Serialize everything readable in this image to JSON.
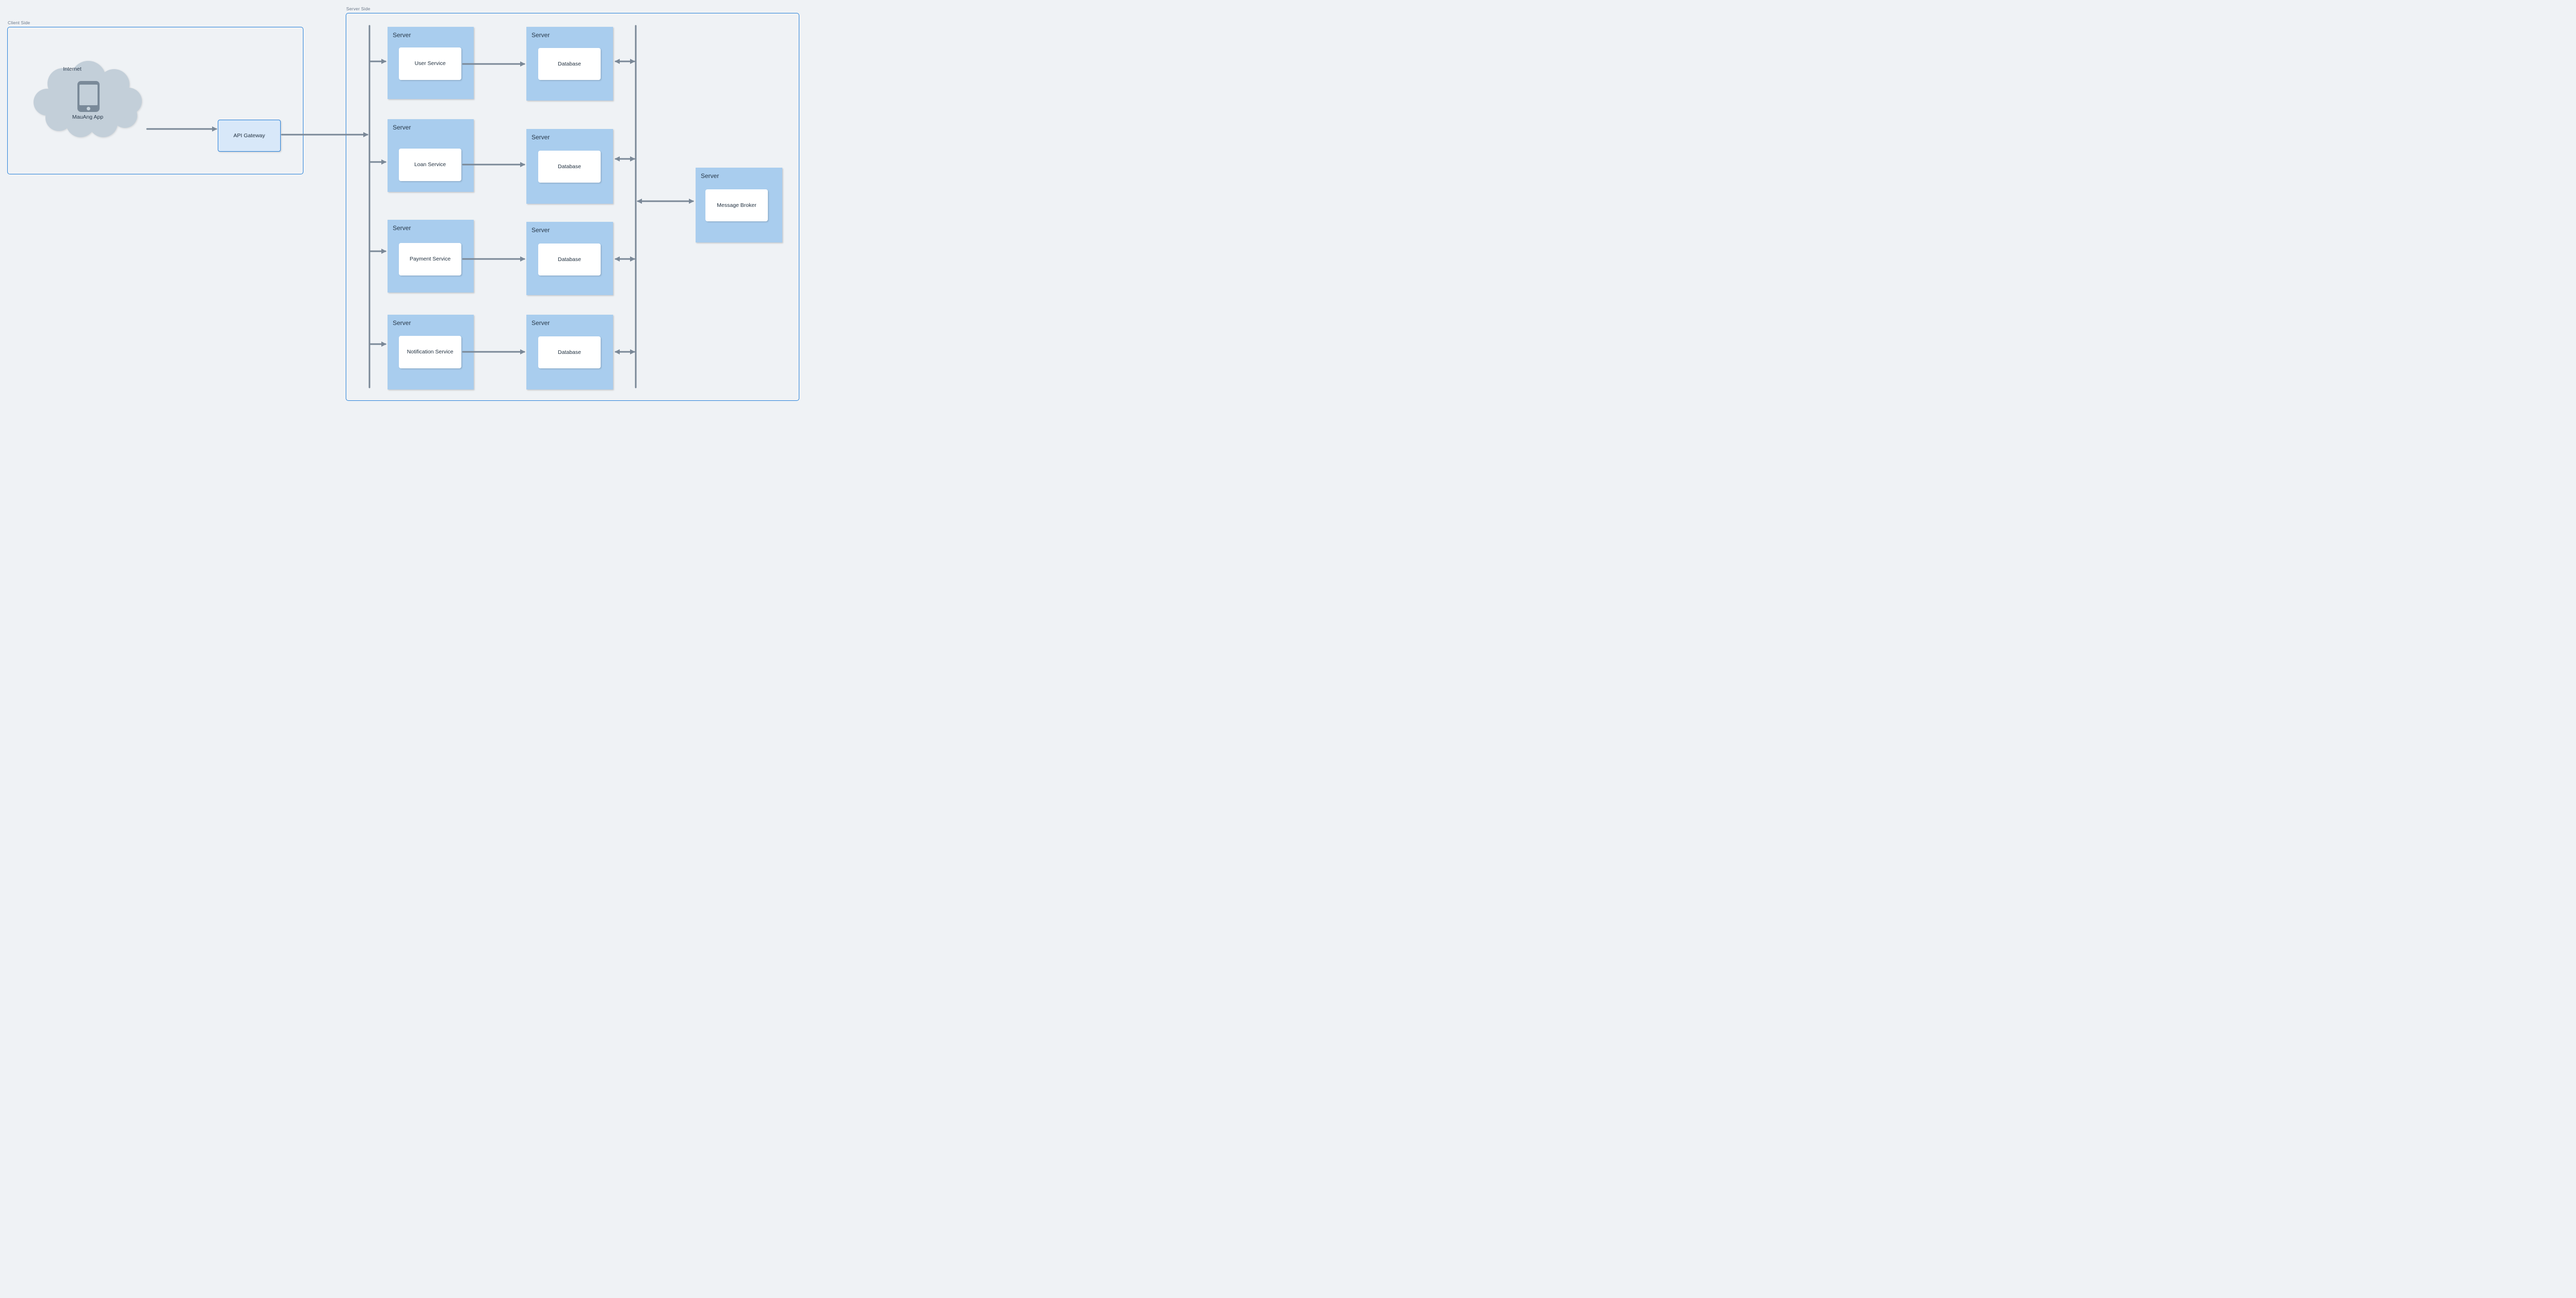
{
  "client_side": {
    "label": "Client Side",
    "internet_cloud": {
      "label": "Internet",
      "app_label": "MauAng App",
      "icon": "smartphone-icon"
    },
    "api_gateway": {
      "label": "API Gateway"
    }
  },
  "server_side": {
    "label": "Server Side",
    "server_label": "Server",
    "rows": [
      {
        "service": "User Service",
        "database": "Database"
      },
      {
        "service": "Loan Service",
        "database": "Database"
      },
      {
        "service": "Payment Service",
        "database": "Database"
      },
      {
        "service": "Notification Service",
        "database": "Database"
      }
    ],
    "message_broker": {
      "label": "Message Broker"
    }
  },
  "connections": [
    {
      "from": "MauAng App (Internet)",
      "to": "API Gateway",
      "direction": "one-way"
    },
    {
      "from": "API Gateway",
      "to": "service bus",
      "direction": "one-way"
    },
    {
      "from": "service bus",
      "to": "User Service",
      "direction": "one-way"
    },
    {
      "from": "service bus",
      "to": "Loan Service",
      "direction": "one-way"
    },
    {
      "from": "service bus",
      "to": "Payment Service",
      "direction": "one-way"
    },
    {
      "from": "service bus",
      "to": "Notification Service",
      "direction": "one-way"
    },
    {
      "from": "User Service",
      "to": "Database",
      "direction": "one-way"
    },
    {
      "from": "Loan Service",
      "to": "Database",
      "direction": "one-way"
    },
    {
      "from": "Payment Service",
      "to": "Database",
      "direction": "one-way"
    },
    {
      "from": "Notification Service",
      "to": "Database",
      "direction": "one-way"
    },
    {
      "from": "Database (x4)",
      "to": "database bus",
      "direction": "two-way"
    },
    {
      "from": "database bus",
      "to": "Message Broker",
      "direction": "two-way"
    }
  ],
  "colors": {
    "background": "#eff2f5",
    "container_border": "#2680d9",
    "server_fill": "#a9cdee",
    "node_fill": "#ffffff",
    "gateway_fill": "#d8e8f9",
    "cloud_fill": "#c3cfd9",
    "phone_body": "#7a8a99",
    "connector": "#7a8897",
    "text_dark": "#21303f",
    "label_gray": "#6b7889"
  }
}
